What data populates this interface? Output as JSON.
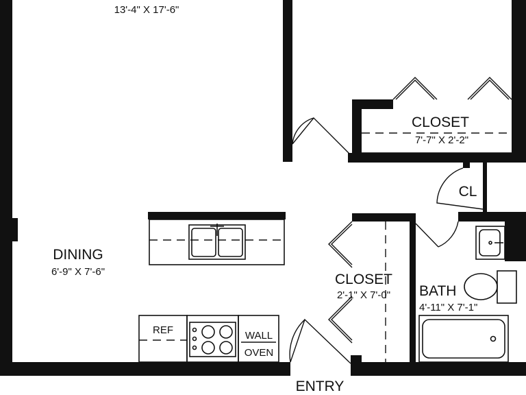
{
  "rooms": {
    "living": {
      "dims": "13'-4\" X 17'-6\""
    },
    "closet_top": {
      "name": "CLOSET",
      "dims": "7'-7\" X 2'-2\""
    },
    "cl": {
      "name": "CL"
    },
    "dining": {
      "name": "DINING",
      "dims": "6'-9\" X 7'-6\""
    },
    "closet_mid": {
      "name": "CLOSET",
      "dims": "2'-1\" X 7'-0\""
    },
    "bath": {
      "name": "BATH",
      "dims": "4'-11\" X 7'-1\""
    }
  },
  "fixtures": {
    "ref": "REF",
    "wall_oven_line1": "WALL",
    "wall_oven_line2": "OVEN"
  },
  "entry": {
    "label": "ENTRY"
  }
}
